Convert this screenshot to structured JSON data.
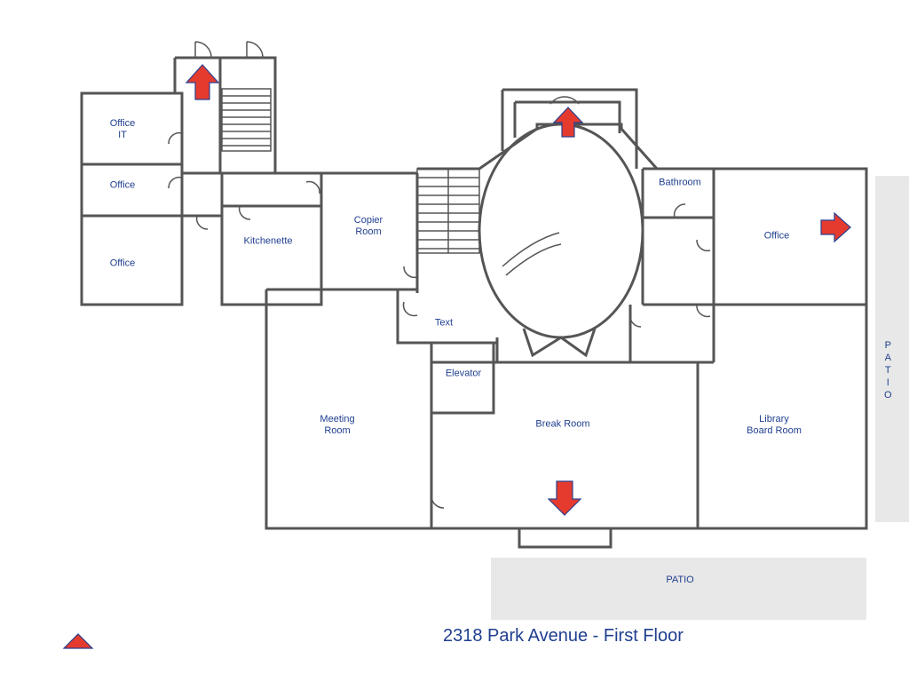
{
  "colors": {
    "wall": "#555555",
    "label": "#1f3f8f",
    "arrow": "#e53b2f",
    "arrowStroke": "#2a3f8f",
    "patio": "#e8e8e8"
  },
  "title": "2318 Park Avenue - First Floor",
  "rooms": {
    "office_it": "Office\nIT",
    "office_2": "Office",
    "office_3": "Office",
    "kitchenette": "Kitchenette",
    "copier_room": "Copier\nRoom",
    "text": "Text",
    "elevator": "Elevator",
    "bathroom": "Bathroom",
    "office_right": "Office",
    "meeting_room": "Meeting\nRoom",
    "break_room": "Break Room",
    "library": "Library\nBoard Room"
  },
  "patio_bottom": "PATIO",
  "patio_right": [
    "P",
    "A",
    "T",
    "I",
    "O"
  ],
  "icons": [
    "exit-arrow-up-icon",
    "exit-arrow-down-icon",
    "exit-arrow-right-icon",
    "stairs-icon",
    "door-swing-icon"
  ]
}
